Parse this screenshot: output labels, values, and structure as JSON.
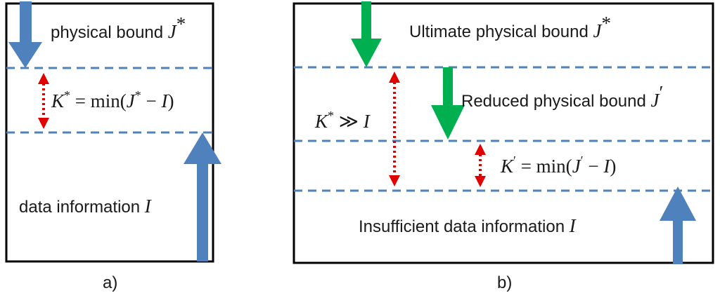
{
  "colors": {
    "frame": "#000000",
    "dashed_line": "#4f81bd",
    "blue_arrow": "#4f81bd",
    "green_arrow": "#00b050",
    "red_arrow": "#e00000"
  },
  "panel_a": {
    "caption": "a)",
    "top_label": "physical bound ",
    "top_symbol": "J",
    "top_sup": "*",
    "gap_formula": {
      "lhs": "K",
      "lhs_sup": "*",
      "rest": " = min(",
      "j": "J",
      "j_sup": "*",
      "minus": " − ",
      "i": "I",
      "close": ")"
    },
    "bottom_label": "data information ",
    "bottom_symbol": "I"
  },
  "panel_b": {
    "caption": "b)",
    "top_label": "Ultimate physical bound ",
    "top_symbol": "J",
    "top_sup": "*",
    "mid_label": "Reduced physical bound ",
    "mid_symbol": "J",
    "mid_sup": "′",
    "big_gap": {
      "lhs": "K",
      "lhs_sup": "*",
      "op": " ≫ ",
      "i": "I"
    },
    "small_gap": {
      "lhs": "K",
      "lhs_sup": "′",
      "rest": " = min(",
      "j": "J",
      "j_sup": "′",
      "minus": " − ",
      "i": "I",
      "close": ")"
    },
    "bottom_label": "Insufficient data information ",
    "bottom_symbol": "I"
  }
}
